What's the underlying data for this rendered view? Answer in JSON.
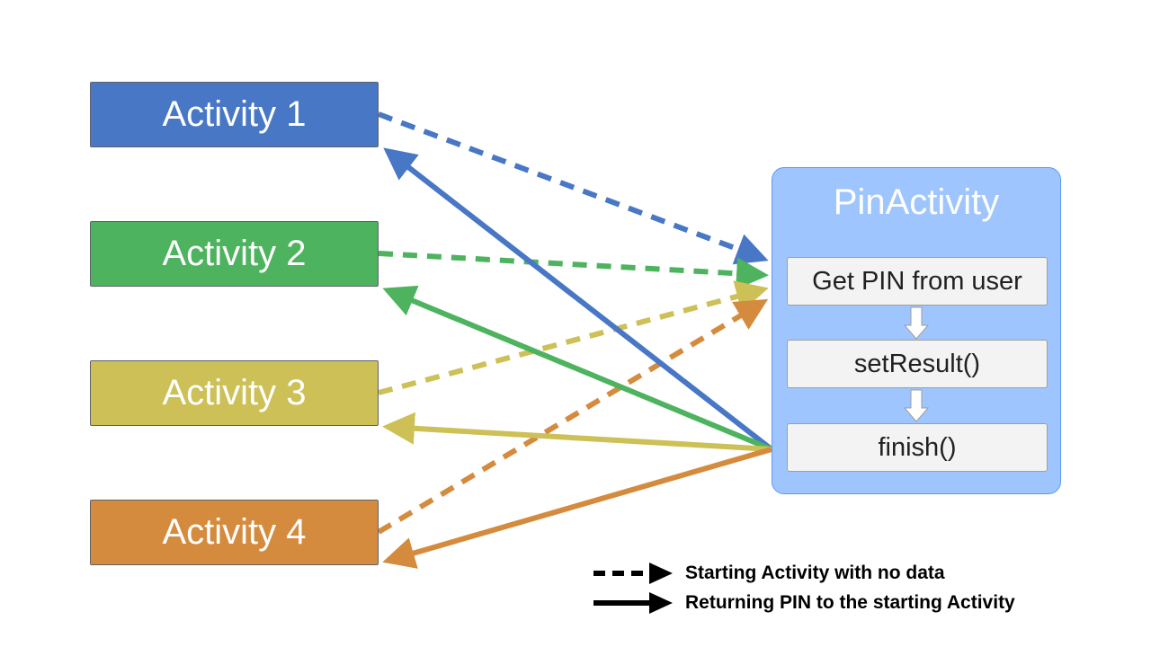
{
  "activities": [
    {
      "label": "Activity 1",
      "color": "#4877c6"
    },
    {
      "label": "Activity 2",
      "color": "#4db35e"
    },
    {
      "label": "Activity 3",
      "color": "#cdc057"
    },
    {
      "label": "Activity 4",
      "color": "#d58b3e"
    }
  ],
  "pin_activity": {
    "title": "PinActivity",
    "color": "#9fc5ff",
    "steps": [
      "Get PIN from user",
      "setResult()",
      "finish()"
    ]
  },
  "legend": {
    "dashed_label": "Starting Activity with no data",
    "solid_label": "Returning PIN to the starting Activity"
  },
  "connectors": {
    "starting": [
      {
        "from": "Activity 1",
        "to": "PinActivity"
      },
      {
        "from": "Activity 2",
        "to": "PinActivity"
      },
      {
        "from": "Activity 3",
        "to": "PinActivity"
      },
      {
        "from": "Activity 4",
        "to": "PinActivity"
      }
    ],
    "returning": [
      {
        "from": "PinActivity",
        "to": "Activity 1"
      },
      {
        "from": "PinActivity",
        "to": "Activity 2"
      },
      {
        "from": "PinActivity",
        "to": "Activity 3"
      },
      {
        "from": "PinActivity",
        "to": "Activity 4"
      }
    ]
  }
}
